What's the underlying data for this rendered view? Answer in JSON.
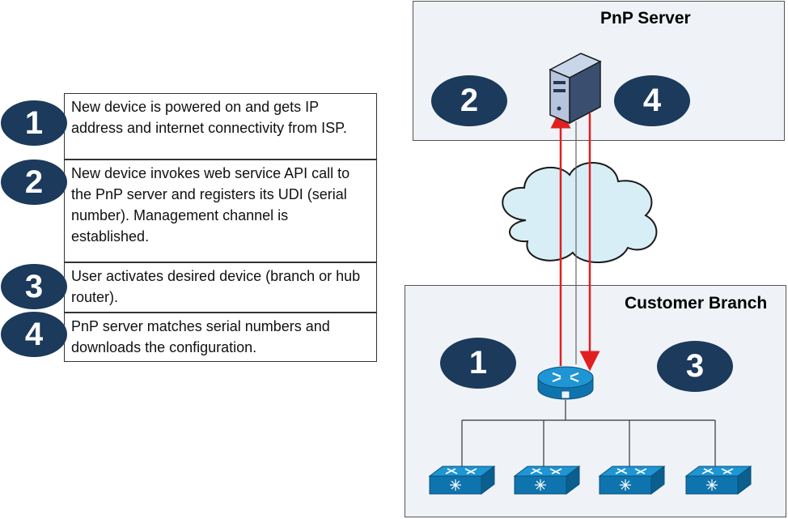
{
  "steps": [
    {
      "number": "1",
      "text": "New device is powered on and gets IP address and internet connectivity from ISP."
    },
    {
      "number": "2",
      "text": "New device invokes web service API call to the PnP server and registers its UDI (serial number). Management channel is established."
    },
    {
      "number": "3",
      "text": "User activates desired device (branch or hub router)."
    },
    {
      "number": "4",
      "text": "PnP server matches serial numbers and downloads the configuration."
    }
  ],
  "pnp_server": {
    "title": "PnP Server",
    "badges": [
      "2",
      "4"
    ],
    "icon": "server-icon"
  },
  "customer_branch": {
    "title": "Customer Branch",
    "badges": [
      "1",
      "3"
    ],
    "router_icon": "router-icon",
    "switch_icon": "switch-icon",
    "switch_count": 4
  },
  "cloud_icon": "cloud-icon",
  "colors": {
    "badge": "#1b3a5c",
    "arrow": "#e02020",
    "zone_fill": "#eff3f8",
    "cloud_fill": "#d8eef7",
    "device_blue": "#1287c8"
  }
}
